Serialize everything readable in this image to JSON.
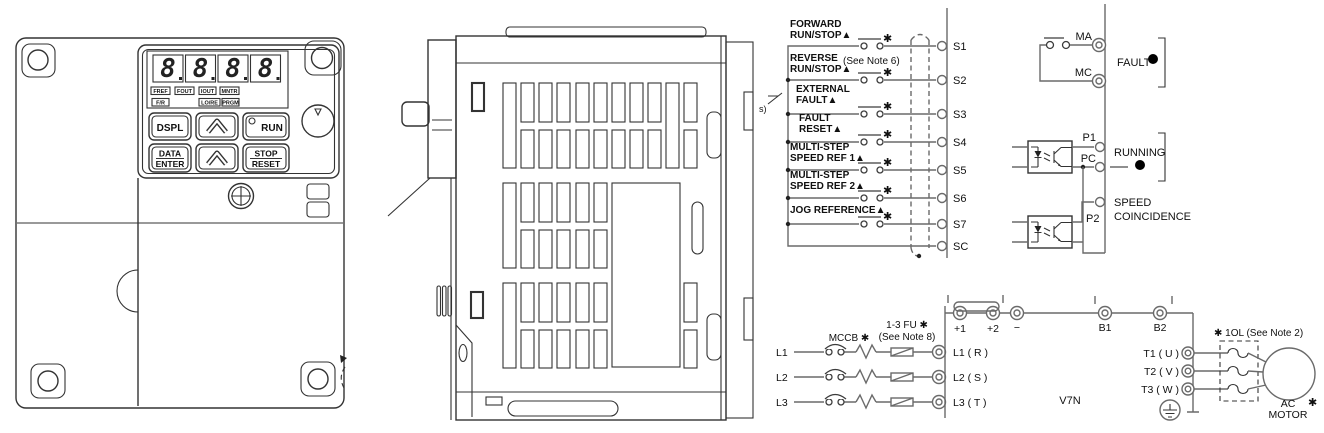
{
  "colors": {
    "ink": "#101010",
    "device_line": "#333333",
    "wire": "#6a6a6a"
  },
  "front_panel": {
    "digits": [
      "8",
      "8",
      "8",
      "8"
    ],
    "indicators_row1": [
      "FREF",
      "FOUT",
      "IOUT",
      "MNTR"
    ],
    "indicators_row2": [
      "F/R",
      "LO/RE",
      "PRGM"
    ],
    "buttons": {
      "dspl": "DSPL",
      "run": "RUN",
      "data1": "DATA",
      "data2": "ENTER",
      "stop1": "STOP",
      "stop2": "RESET"
    }
  },
  "wiring": {
    "symbols": {
      "star": "✱",
      "triangle": "▲"
    },
    "edge_fragment": "s)",
    "inputs": [
      {
        "line1": "FORWARD",
        "line2": "RUN/STOP▲",
        "terminal": "S1"
      },
      {
        "line1": "REVERSE",
        "line2": "RUN/STOP▲",
        "note": "(See Note 6)",
        "terminal": "S2"
      },
      {
        "line1": "EXTERNAL",
        "line2": "FAULT▲",
        "terminal": "S3"
      },
      {
        "line1": "FAULT",
        "line2": "RESET▲",
        "terminal": "S4"
      },
      {
        "line1": "MULTI-STEP",
        "line2": "SPEED REF 1▲",
        "terminal": "S5"
      },
      {
        "line1": "MULTI-STEP",
        "line2": "SPEED REF 2▲",
        "terminal": "S6"
      },
      {
        "line1": "JOG REFERENCE▲",
        "terminal": "S7"
      },
      {
        "terminal": "SC"
      }
    ],
    "outputs": {
      "ma": "MA",
      "mc": "MC",
      "fault": "FAULT",
      "p1": "P1",
      "pc": "PC",
      "p2": "P2",
      "running": "RUNNING",
      "speed1": "SPEED",
      "speed2": "COINCIDENCE"
    },
    "power": {
      "lines": [
        "L1",
        "L2",
        "L3"
      ],
      "mccb": "MCCB ✱",
      "fu1": "1-3 FU ✱",
      "fu2": "(See Note 8)",
      "in_terms": [
        "L1 ( R )",
        "L2 ( S )",
        "L3 ( T )"
      ],
      "dc_terms": [
        "+1",
        "+2",
        "−"
      ],
      "b_terms": [
        "B1",
        "B2"
      ],
      "out_terms": [
        "T1 ( U )",
        "T2 ( V )",
        "T3 ( W )"
      ],
      "model": "V7N",
      "ol": "✱ 1OL (See Note 2)",
      "motor1": "AC",
      "motor2": "MOTOR",
      "motor_star": "✱"
    }
  }
}
